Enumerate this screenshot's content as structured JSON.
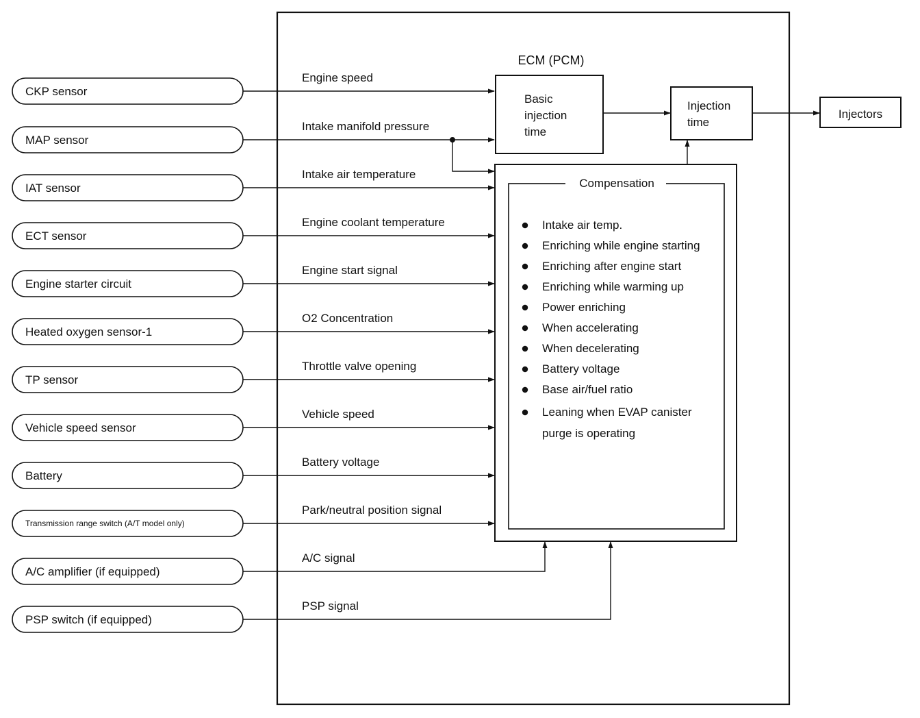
{
  "ecm_label": "ECM (PCM)",
  "sensors": [
    {
      "label": "CKP sensor",
      "signal": "Engine speed"
    },
    {
      "label": "MAP sensor",
      "signal": "Intake manifold pressure"
    },
    {
      "label": "IAT sensor",
      "signal": "Intake air temperature"
    },
    {
      "label": "ECT sensor",
      "signal": "Engine coolant temperature"
    },
    {
      "label": "Engine starter circuit",
      "signal": "Engine start signal"
    },
    {
      "label": "Heated oxygen sensor-1",
      "signal": "O2 Concentration"
    },
    {
      "label": "TP sensor",
      "signal": "Throttle valve opening"
    },
    {
      "label": "Vehicle speed sensor",
      "signal": "Vehicle speed"
    },
    {
      "label": "Battery",
      "signal": "Battery voltage"
    },
    {
      "label": "Transmission range switch (A/T model only)",
      "signal": "Park/neutral position signal"
    },
    {
      "label": "A/C amplifier (if equipped)",
      "signal": "A/C signal"
    },
    {
      "label": "PSP switch (if equipped)",
      "signal": "PSP signal"
    }
  ],
  "basic_injection": {
    "lines": [
      "Basic",
      "injection",
      "time"
    ]
  },
  "injection_time": {
    "lines": [
      "Injection",
      "time"
    ]
  },
  "injectors": "Injectors",
  "compensation": {
    "title": "Compensation",
    "items": [
      [
        "Intake air temp."
      ],
      [
        "Enriching while engine starting"
      ],
      [
        "Enriching after engine start"
      ],
      [
        "Enriching while warming up"
      ],
      [
        "Power enriching"
      ],
      [
        "When accelerating"
      ],
      [
        "When decelerating"
      ],
      [
        "Battery voltage"
      ],
      [
        "Base air/fuel ratio"
      ],
      [
        "Leaning when EVAP canister",
        "purge is operating"
      ]
    ]
  }
}
